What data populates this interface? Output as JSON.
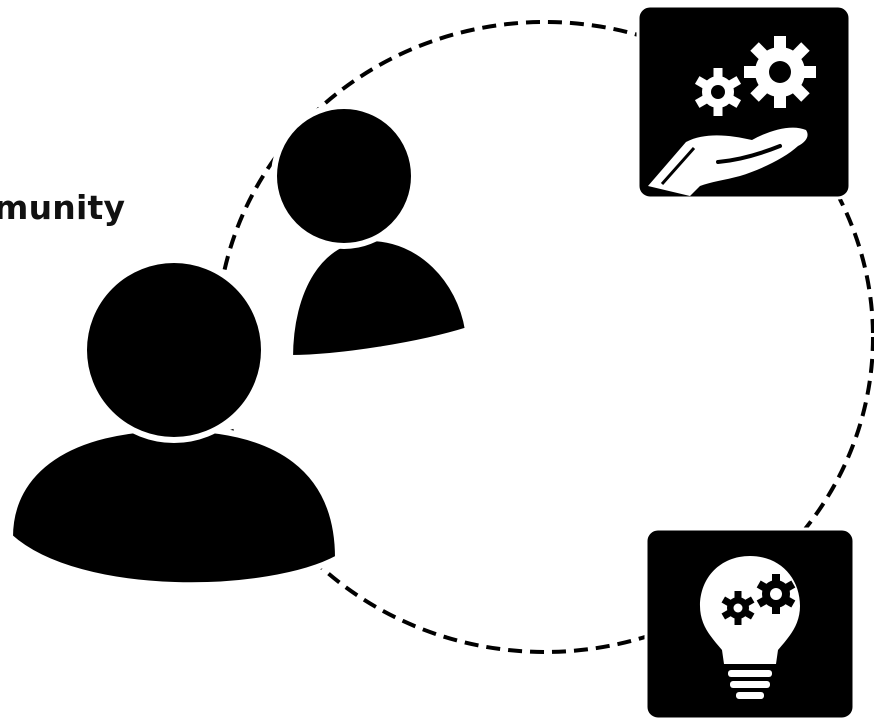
{
  "diagram": {
    "community_label": "munity",
    "nodes": [
      {
        "id": "community",
        "icon": "people-icon"
      },
      {
        "id": "top-right",
        "icon": "hand-with-gears-icon"
      },
      {
        "id": "bottom-right",
        "icon": "lightbulb-gears-icon"
      }
    ],
    "connector_style": "dashed-circle",
    "colors": {
      "ink": "#000000",
      "background": "#ffffff"
    }
  }
}
